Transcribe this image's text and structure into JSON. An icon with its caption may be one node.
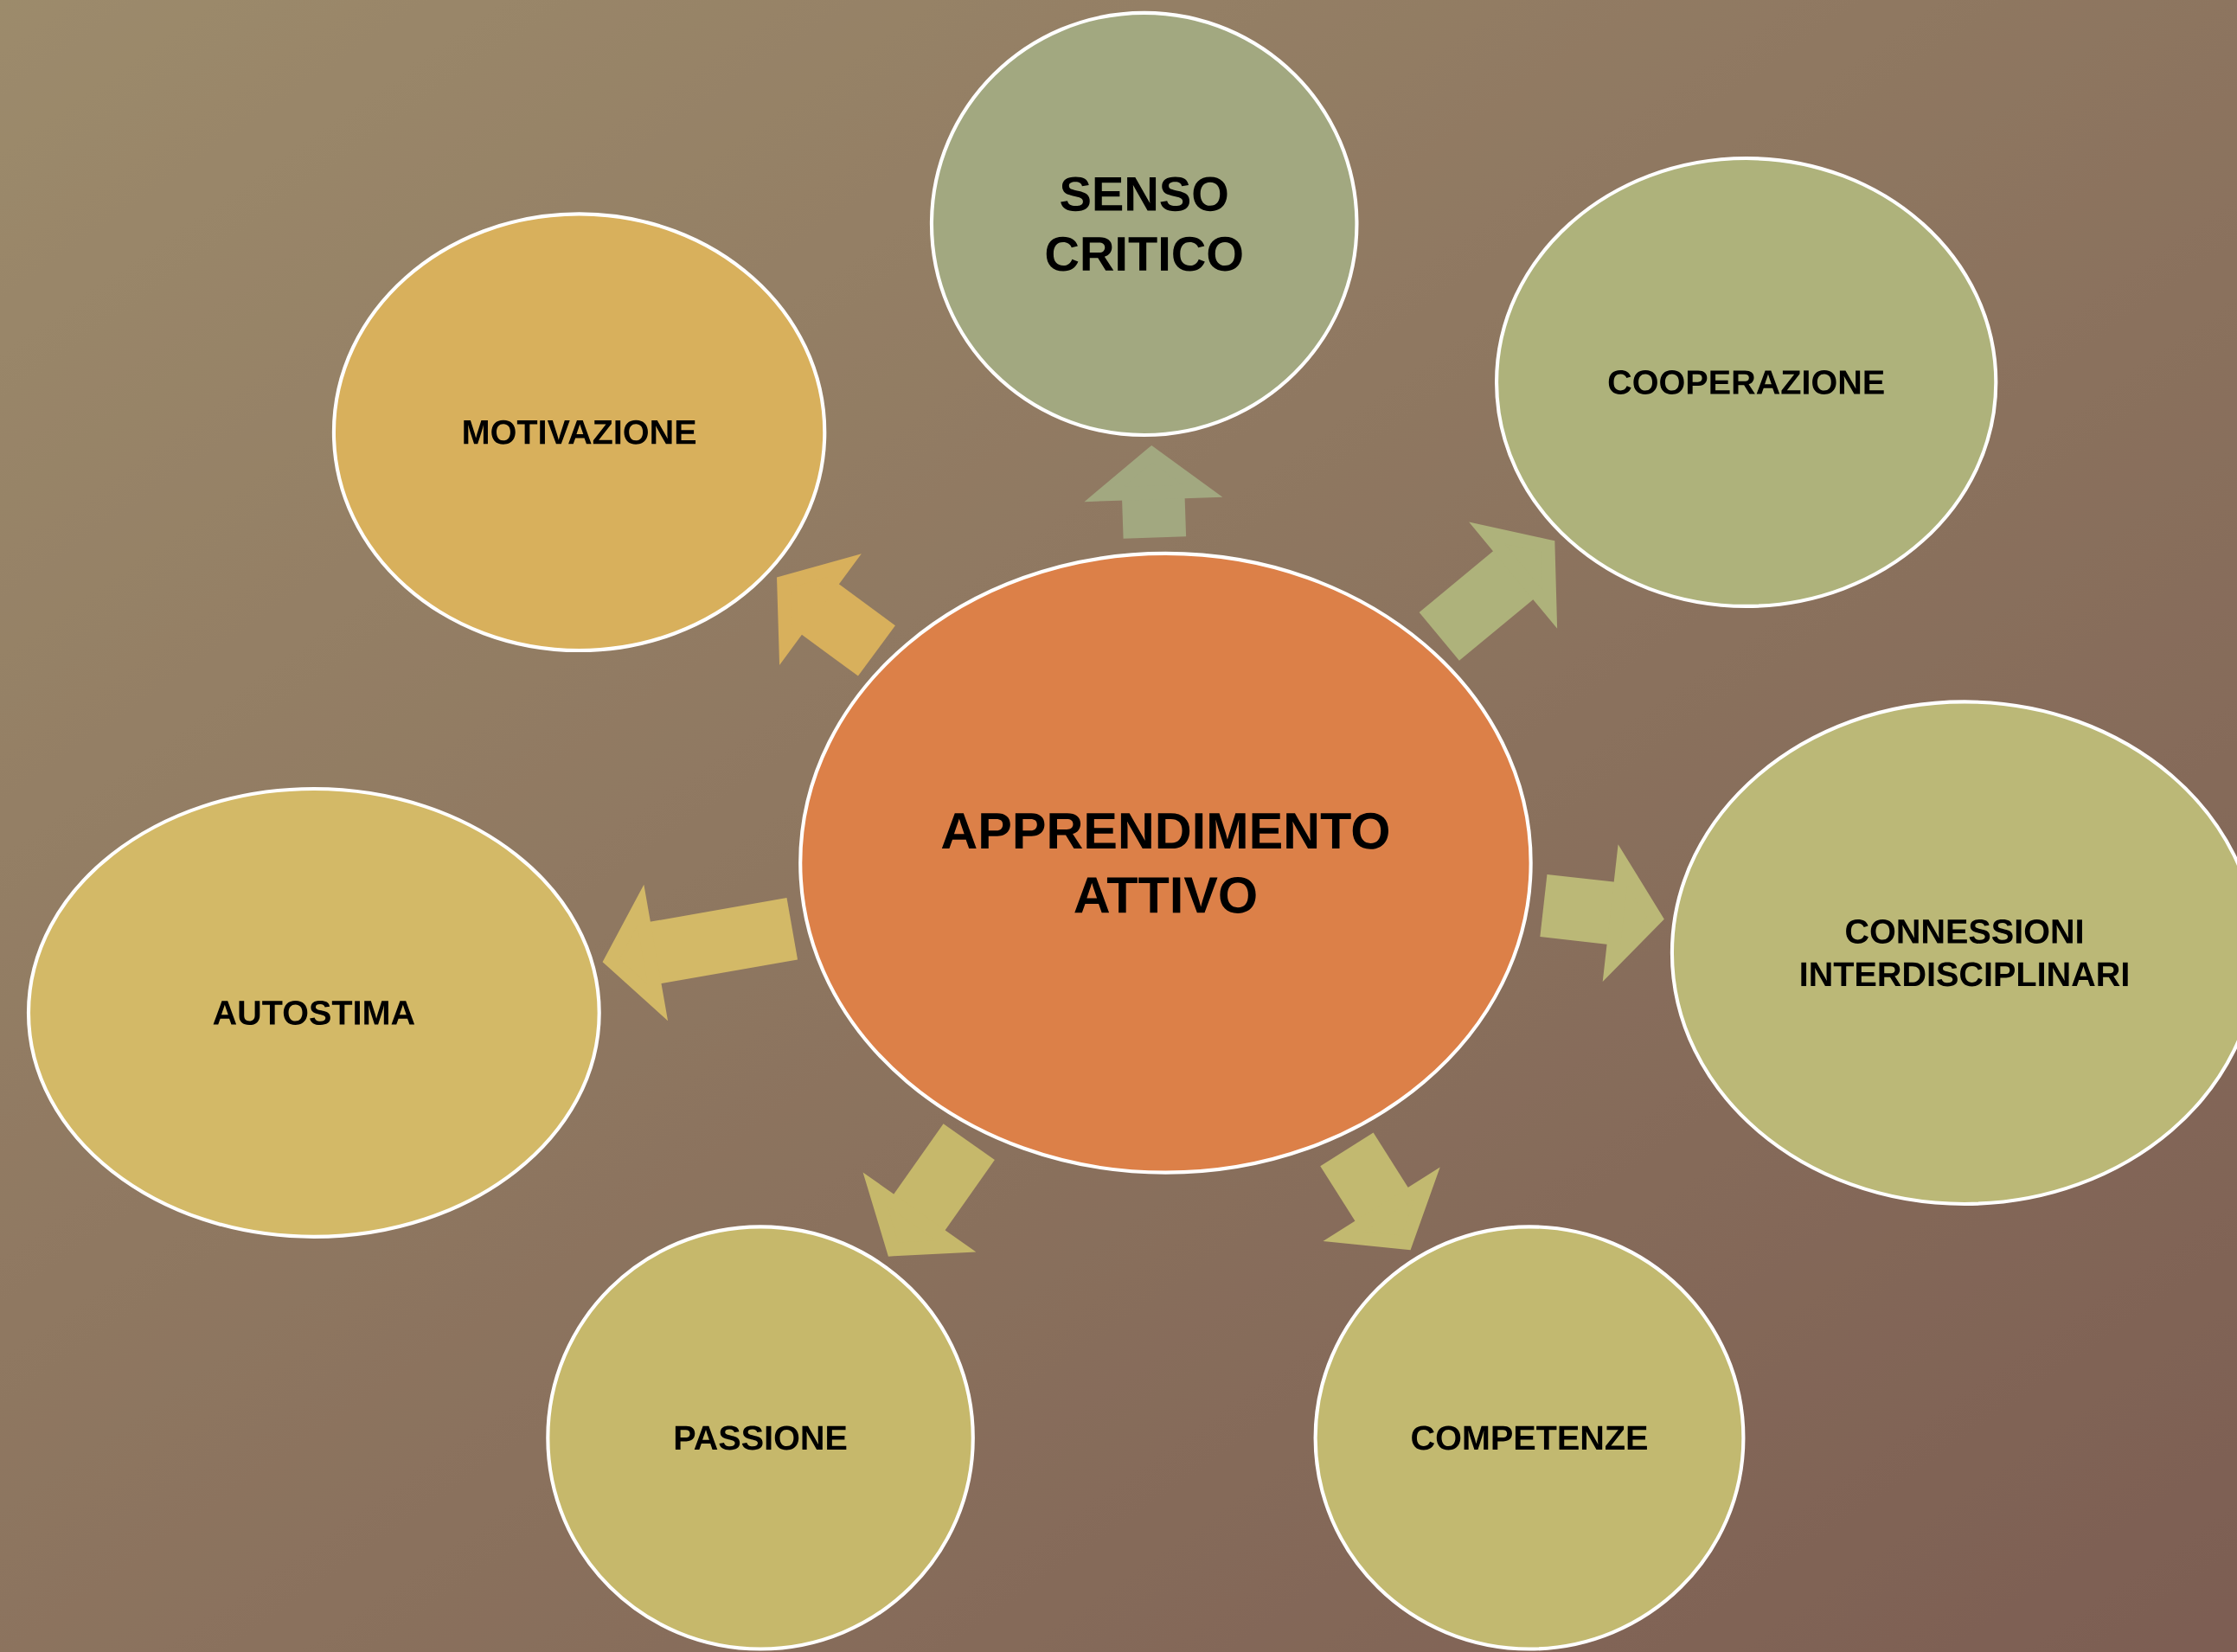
{
  "diagram": {
    "nodes": [
      {
        "text": [
          "APPRENDIMENTO ATTIVO"
        ]
      },
      {
        "text": [
          "SENSO CRITICO"
        ]
      },
      {
        "text": [
          "COOPERAZIONE"
        ]
      },
      {
        "text": [
          "CONNESSIONI INTERDISCIPLINARI"
        ]
      },
      {
        "text": [
          "COMPETENZE"
        ]
      },
      {
        "text": [
          "PASSIONE"
        ]
      },
      {
        "text": [
          "AUTOSTIMA"
        ]
      },
      {
        "text": [
          "MOTIVAZIONE"
        ]
      }
    ],
    "edges": [
      {
        "from": 0,
        "to": 1,
        "arrow": "to"
      },
      {
        "from": 0,
        "to": 2,
        "arrow": "to"
      },
      {
        "from": 0,
        "to": 3,
        "arrow": "to"
      },
      {
        "from": 0,
        "to": 4,
        "arrow": "to"
      },
      {
        "from": 0,
        "to": 5,
        "arrow": "to"
      },
      {
        "from": 0,
        "to": 6,
        "arrow": "to"
      },
      {
        "from": 0,
        "to": 7,
        "arrow": "to"
      }
    ]
  }
}
